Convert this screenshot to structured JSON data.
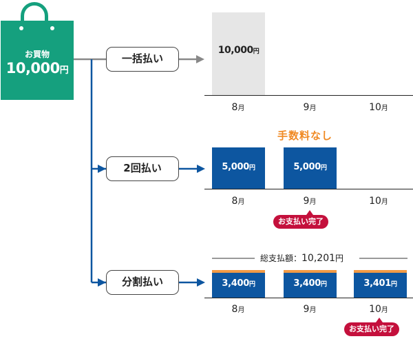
{
  "purchase": {
    "label": "お買物",
    "amount": "10,000",
    "yen": "円"
  },
  "options": {
    "lump": {
      "label": "一括払い"
    },
    "two": {
      "label": "2回払い"
    },
    "split": {
      "label": "分割払い"
    }
  },
  "months": {
    "m8": "8",
    "m9": "9",
    "m10": "10",
    "unit": "月"
  },
  "lump": {
    "payment": "10,000",
    "yen": "円"
  },
  "two": {
    "note": "手数料なし",
    "payments": [
      "5,000",
      "5,000"
    ],
    "yen": "円",
    "done": "お支払い完了"
  },
  "split": {
    "total_label": "総支払額：",
    "total": "10,201",
    "yen": "円",
    "payments": [
      "3,400",
      "3,400",
      "3,401"
    ],
    "done": "お支払い完了"
  },
  "colors": {
    "bag": "#15a07e",
    "connector_gray": "#888888",
    "connector_blue": "#0d56a0",
    "bar_gray": "#e6e6e6",
    "bar_blue": "#0d56a0",
    "fee_stripe": "#f29a45",
    "callout": "#c4103c",
    "no_fee_text": "#f08a24"
  },
  "icons": {
    "bag": "shopping-bag-icon"
  }
}
